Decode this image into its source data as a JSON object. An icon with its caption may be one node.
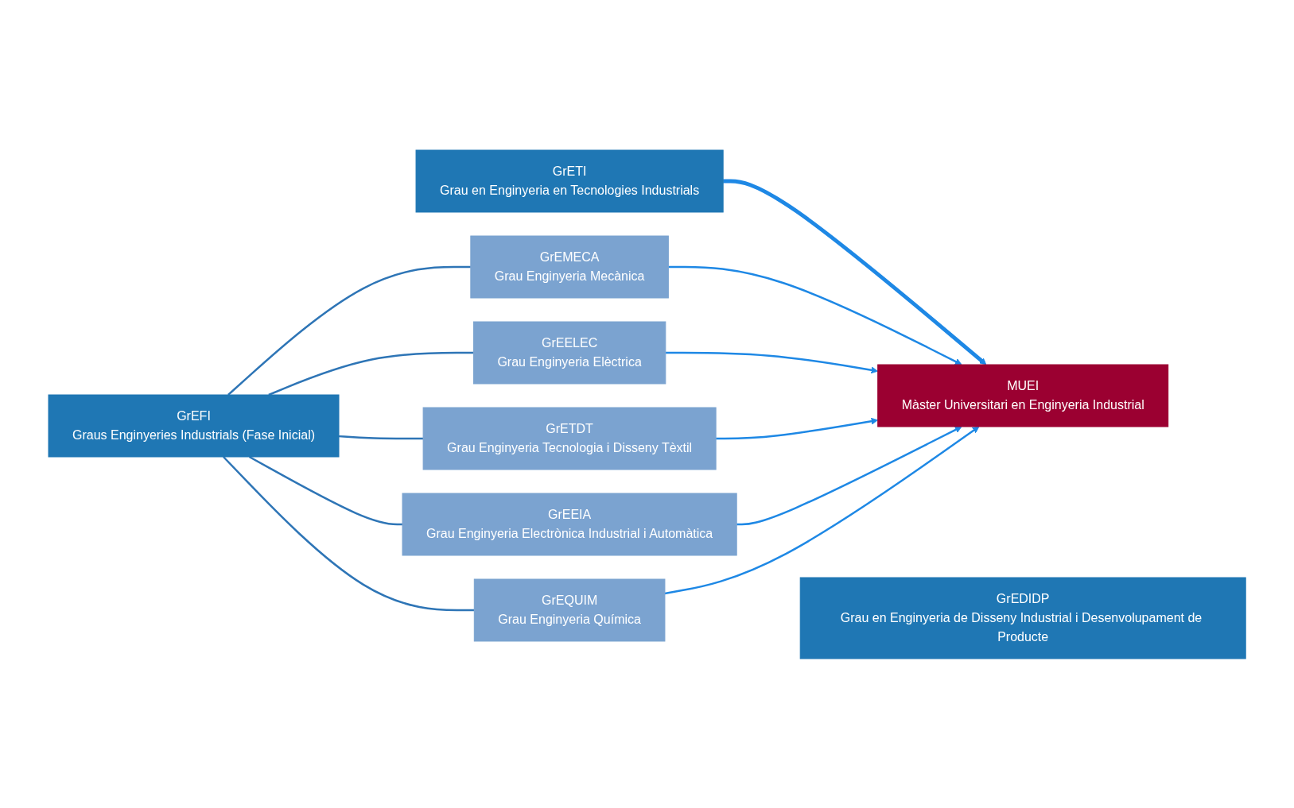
{
  "diagram": {
    "nodes": [
      {
        "text": [
          "GrETI",
          "Grau en Enginyeria en Tecnologies Industrials"
        ]
      },
      {
        "text": [
          "MUEI",
          "Màster Universitari en Enginyeria Industrial"
        ]
      },
      {
        "text": [
          "GrEFI",
          "Graus Enginyeries Industrials (Fase Inicial)"
        ]
      },
      {
        "text": [
          "GrEMECA",
          "Grau Enginyeria Mecànica"
        ]
      },
      {
        "text": [
          "GrEELEC",
          "Grau Enginyeria Elèctrica"
        ]
      },
      {
        "text": [
          "GrETDT",
          "Grau Enginyeria Tecnologia i Disseny Tèxtil"
        ]
      },
      {
        "text": [
          "GrEEIA",
          "Grau Enginyeria Electrònica Industrial i Automàtica"
        ]
      },
      {
        "text": [
          "GrEQUIM",
          "Grau Enginyeria Química"
        ]
      },
      {
        "text": [
          "GrEDIDP",
          "Grau en Enginyeria de Disseny Industrial i Desenvolupament de Producte"
        ]
      }
    ],
    "edges": [
      {
        "from": 0,
        "to": 1,
        "arrow": "to",
        "style": "thick"
      },
      {
        "from": 2,
        "to": 3,
        "arrow": "none",
        "color": "#2e75b6"
      },
      {
        "from": 2,
        "to": 4,
        "arrow": "none",
        "color": "#2e75b6"
      },
      {
        "from": 2,
        "to": 5,
        "arrow": "none",
        "color": "#2e75b6"
      },
      {
        "from": 2,
        "to": 6,
        "arrow": "none",
        "color": "#2e75b6"
      },
      {
        "from": 2,
        "to": 7,
        "arrow": "none",
        "color": "#2e75b6"
      },
      {
        "from": 3,
        "to": 1,
        "arrow": "to"
      },
      {
        "from": 4,
        "to": 1,
        "arrow": "to"
      },
      {
        "from": 5,
        "to": 1,
        "arrow": "to"
      },
      {
        "from": 6,
        "to": 1,
        "arrow": "to"
      },
      {
        "from": 7,
        "to": 1,
        "arrow": "to"
      }
    ]
  }
}
